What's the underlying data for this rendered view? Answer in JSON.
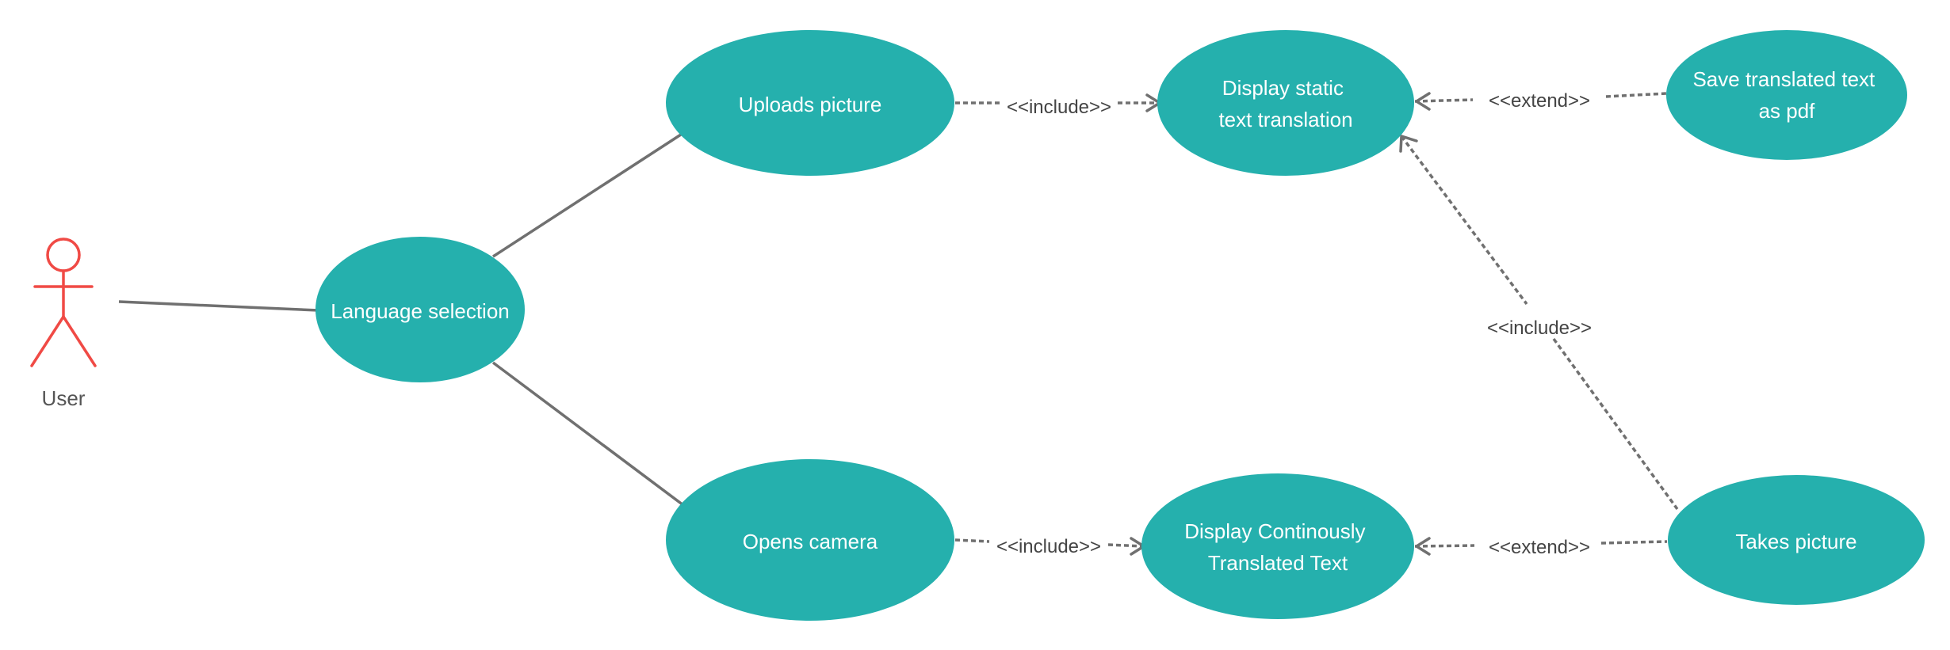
{
  "colors": {
    "usecase_fill": "#25b0ad",
    "usecase_text": "#ffffff",
    "actor_stroke": "#f04a45",
    "connector": "#707070"
  },
  "actor": {
    "name": "User"
  },
  "usecases": {
    "language_selection": [
      "Language selection"
    ],
    "uploads_picture": [
      "Uploads picture"
    ],
    "opens_camera": [
      "Opens camera"
    ],
    "display_static": [
      "Display static",
      "text translation"
    ],
    "display_continuous": [
      "Display Continously",
      "Translated Text"
    ],
    "save_pdf": [
      "Save translated text",
      "as pdf"
    ],
    "takes_picture": [
      "Takes picture"
    ]
  },
  "relations": {
    "include_upload_static": "<<include>>",
    "include_camera_continuous": "<<include>>",
    "extend_save_static": "<<extend>>",
    "extend_takes_continuous": "<<extend>>",
    "include_takes_static": "<<include>>"
  }
}
